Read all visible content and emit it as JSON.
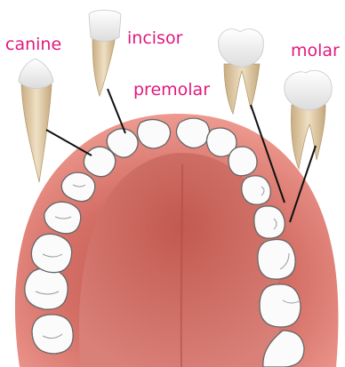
{
  "labels": {
    "canine": "canine",
    "incisor": "incisor",
    "premolar": "premolar",
    "molar": "molar"
  },
  "colors": {
    "label": "#e0197d",
    "gum_outer": "#e98e86",
    "gum_inner": "#d9645c",
    "palate": "#c9645a",
    "tooth": "#fafafa",
    "tooth_stroke": "#555555",
    "root": "#dcc6a0",
    "leader_line": "#111111"
  }
}
